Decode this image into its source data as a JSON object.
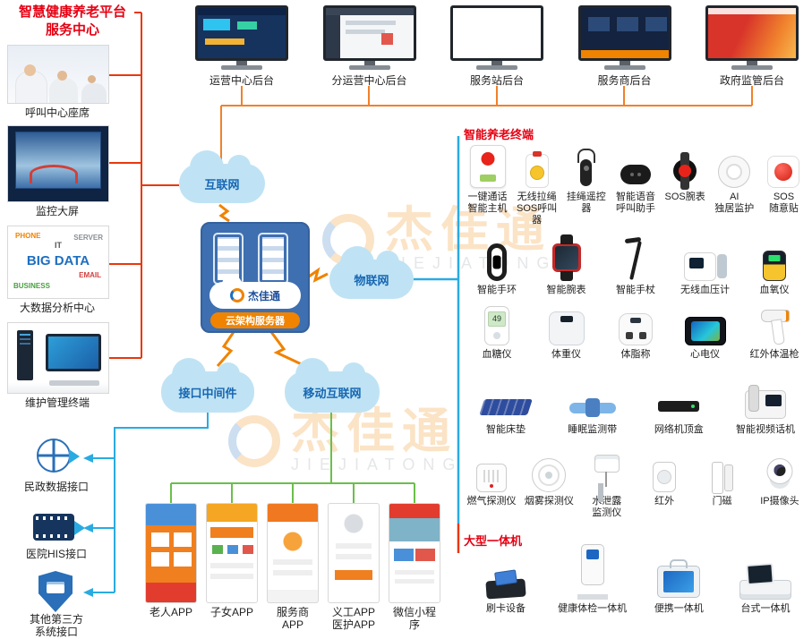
{
  "title": {
    "line1": "智慧健康养老平台",
    "line2": "服务中心"
  },
  "colors": {
    "accent_red": "#e60012",
    "line_orange": "#f08300",
    "line_blue": "#29abe2",
    "line_green": "#6abf4b",
    "cloud_blue": "#bfe3f4",
    "server_blue": "#3e6fb0"
  },
  "left_panels": {
    "call_center": "呼叫中心座席",
    "monitor_wall": "监控大屏",
    "big_data": "大数据分析中心",
    "maintenance": "维护管理终端"
  },
  "big_data_words": [
    "BIG DATA",
    "PHONE",
    "SERVER",
    "EMAIL",
    "BUSINESS",
    "IT"
  ],
  "interfaces": [
    {
      "label": "民政数据接口"
    },
    {
      "label": "医院HIS接口"
    },
    {
      "label": "其他第三方\n系统接口"
    }
  ],
  "backends": [
    {
      "label": "运营中心后台"
    },
    {
      "label": "分运营中心后台"
    },
    {
      "label": "服务站后台"
    },
    {
      "label": "服务商后台"
    },
    {
      "label": "政府监管后台"
    }
  ],
  "clouds": {
    "internet": "互联网",
    "iot": "物联网",
    "middleware": "接口中间件",
    "mobile_internet": "移动互联网"
  },
  "server": {
    "brand": "杰佳通",
    "banner": "云架构服务器"
  },
  "apps": [
    {
      "label": "老人APP"
    },
    {
      "label": "子女APP"
    },
    {
      "label": "服务商APP"
    },
    {
      "label": "义工APP\n医护APP"
    },
    {
      "label": "微信小程序"
    }
  ],
  "terminals": {
    "header": "智能养老终端",
    "row1": [
      {
        "label": "一键通话\n智能主机"
      },
      {
        "label": "无线拉绳\nSOS呼叫器"
      },
      {
        "label": "挂绳遥控器"
      },
      {
        "label": "智能语音\n呼叫助手"
      },
      {
        "label": "SOS腕表"
      },
      {
        "label": "AI\n独居监护"
      },
      {
        "label": "SOS\n随意贴"
      }
    ],
    "row2": [
      {
        "label": "智能手环"
      },
      {
        "label": "智能腕表"
      },
      {
        "label": "智能手杖"
      },
      {
        "label": "无线血压计"
      },
      {
        "label": "血氧仪"
      }
    ],
    "row3": [
      {
        "label": "血糖仪"
      },
      {
        "label": "体重仪"
      },
      {
        "label": "体脂称"
      },
      {
        "label": "心电仪"
      },
      {
        "label": "红外体温枪"
      }
    ],
    "row4": [
      {
        "label": "智能床垫"
      },
      {
        "label": "睡眠监测带"
      },
      {
        "label": "网络机顶盒"
      },
      {
        "label": "智能视频话机"
      }
    ],
    "row5": [
      {
        "label": "燃气探测仪"
      },
      {
        "label": "烟雾探测仪"
      },
      {
        "label": "水泄露\n监测仪"
      },
      {
        "label": "红外"
      },
      {
        "label": "门磁"
      },
      {
        "label": "IP摄像头"
      }
    ]
  },
  "readings": {
    "glucose": "49"
  },
  "machines": {
    "header": "大型一体机",
    "items": [
      {
        "label": "刷卡设备"
      },
      {
        "label": "健康体检一体机"
      },
      {
        "label": "便携一体机"
      },
      {
        "label": "台式一体机"
      }
    ]
  },
  "watermark": {
    "brand": "杰佳通",
    "latin": "JIEJIATONG"
  }
}
